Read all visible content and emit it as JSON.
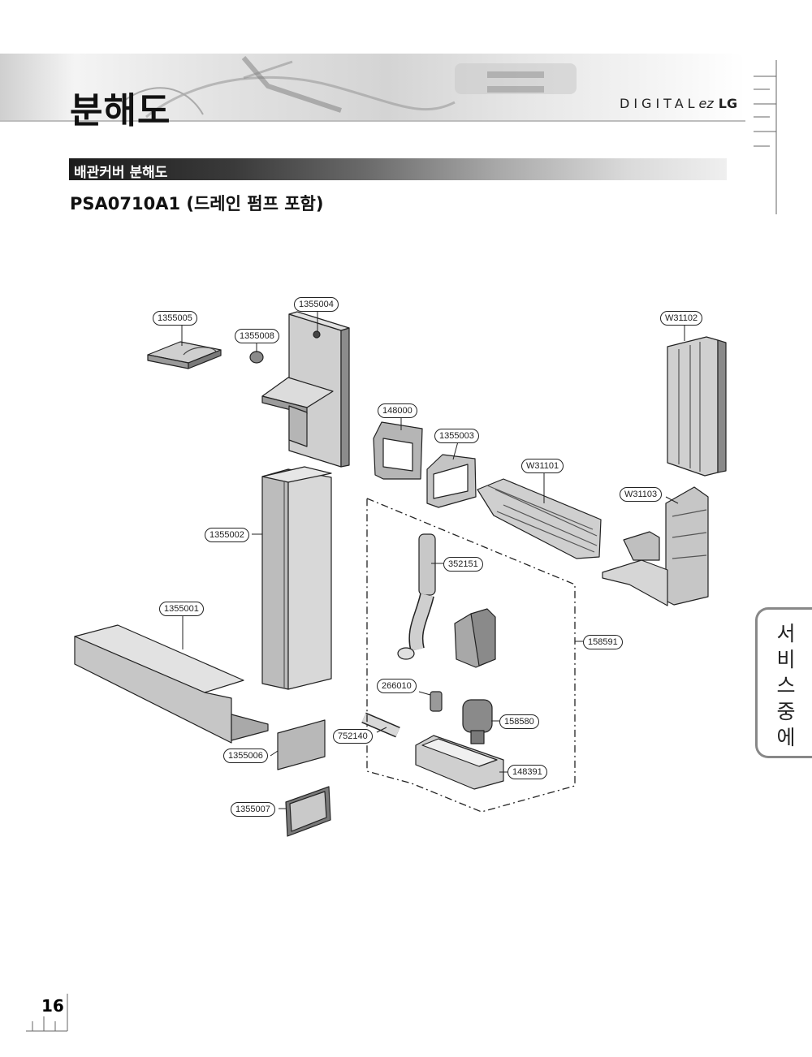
{
  "header": {
    "title": "분해도",
    "brand": "DIGITAL",
    "brand_ez": "ez",
    "brand_lg": "LG"
  },
  "section": {
    "title": "배관커버 분해도",
    "model": "PSA0710A1 (드레인 펌프 포함)"
  },
  "parts": [
    "1355005",
    "1355008",
    "1355004",
    "148000",
    "1355003",
    "W31101",
    "W31102",
    "W31103",
    "1355002",
    "352151",
    "1355001",
    "158591",
    "266010",
    "158580",
    "752140",
    "1355006",
    "148391",
    "1355007"
  ],
  "side_tab": {
    "text": "서비스중에"
  },
  "page_number": "16"
}
